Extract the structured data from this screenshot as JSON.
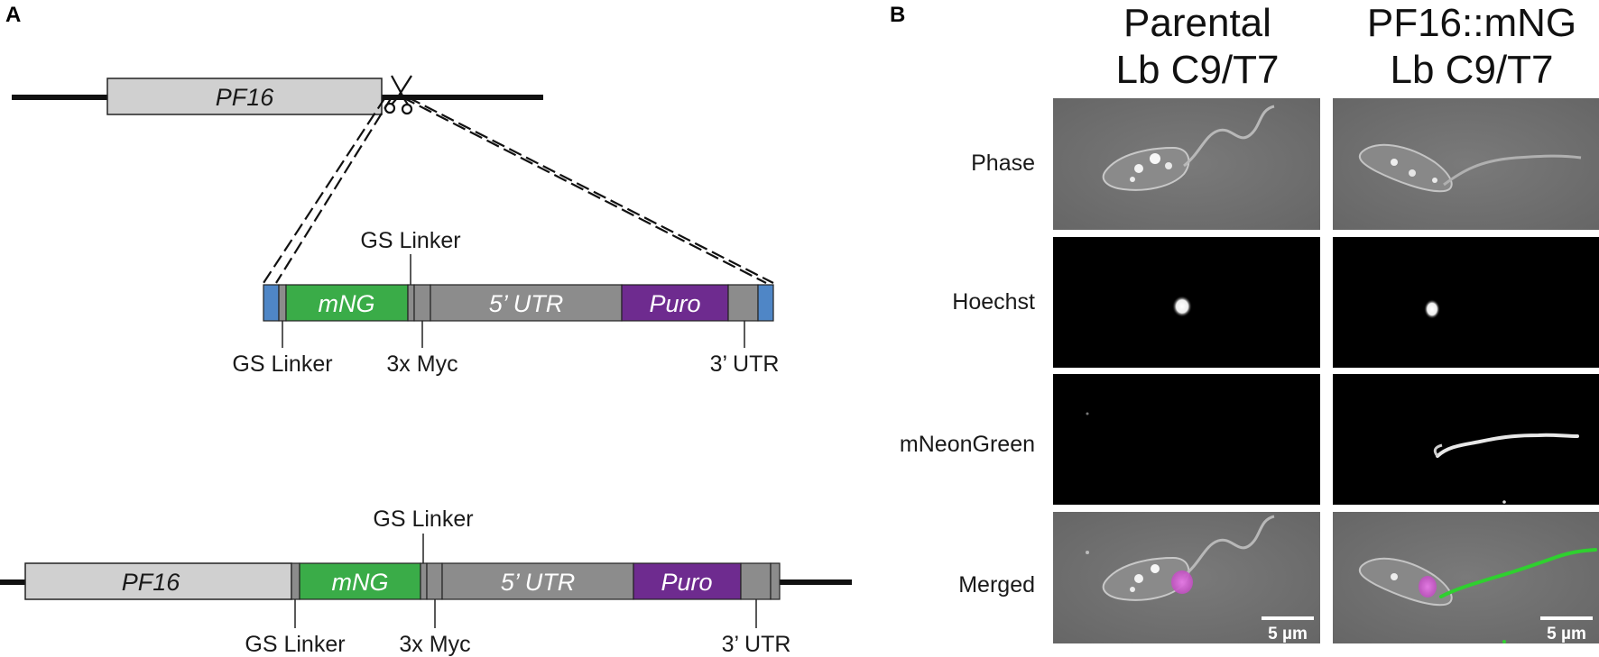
{
  "panel_a": {
    "letter": "A",
    "genomic_locus": {
      "gene": "PF16"
    },
    "cassette": {
      "mng": "mNG",
      "utr5": "5’ UTR",
      "puro": "Puro",
      "gs_linker_top": "GS Linker",
      "gs_linker_bottom": "GS Linker",
      "myc": "3x Myc",
      "utr3": "3’ UTR"
    },
    "integrated": {
      "gene": "PF16",
      "mng": "mNG",
      "utr5": "5’ UTR",
      "puro": "Puro",
      "gs_linker_top": "GS Linker",
      "gs_linker_bottom": "GS Linker",
      "myc": "3x Myc",
      "utr3": "3’ UTR"
    }
  },
  "panel_b": {
    "letter": "B",
    "columns": [
      {
        "line1": "Parental",
        "line2": "Lb C9/T7"
      },
      {
        "line1": "PF16::mNG",
        "line2": "Lb C9/T7"
      }
    ],
    "rows": [
      "Phase",
      "Hoechst",
      "mNeonGreen",
      "Merged"
    ],
    "scale_bar": "5 µm"
  },
  "colors": {
    "homology_arm": "#4f86c6",
    "mng": "#3aac48",
    "puro": "#6e2b8f",
    "utr_grey": "#8c8c8c",
    "gene_grey": "#d0d0d0",
    "nucleus_magenta": "#d36ad3",
    "flagellum_green": "#2fd02f"
  }
}
